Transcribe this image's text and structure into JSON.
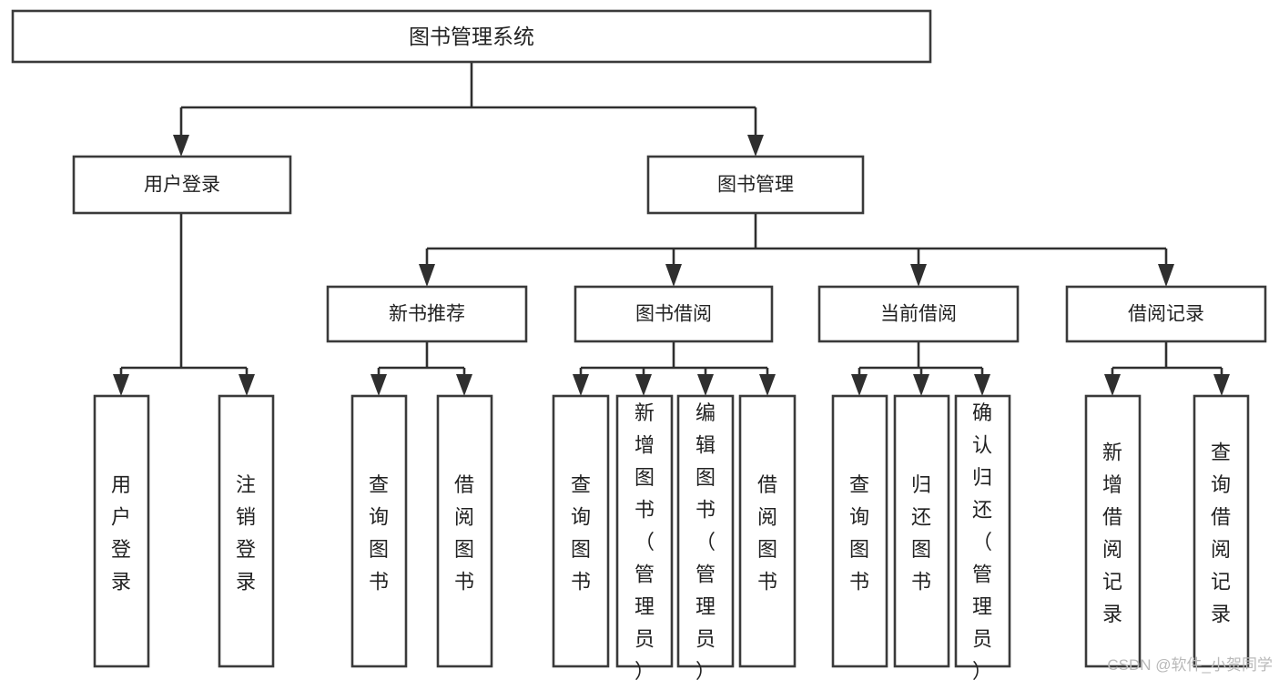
{
  "diagram": {
    "type": "tree",
    "title": "图书管理系统",
    "background_color": "#ffffff",
    "box_stroke_color": "#3a3a3a",
    "connector_color": "#2f2f2f",
    "text_color": "#222222",
    "root": {
      "id": "root",
      "label": "图书管理系统"
    },
    "level2": [
      {
        "id": "user-login",
        "label": "用户登录"
      },
      {
        "id": "book-manage",
        "label": "图书管理"
      }
    ],
    "level3": [
      {
        "id": "new-book-rec",
        "label": "新书推荐",
        "parent": "book-manage"
      },
      {
        "id": "book-borrow",
        "label": "图书借阅",
        "parent": "book-manage"
      },
      {
        "id": "current-borrow",
        "label": "当前借阅",
        "parent": "book-manage"
      },
      {
        "id": "borrow-record",
        "label": "借阅记录",
        "parent": "book-manage"
      }
    ],
    "leaves": [
      {
        "id": "leaf-user-login",
        "label": "用户登录",
        "parent": "user-login"
      },
      {
        "id": "leaf-logout",
        "label": "注销登录",
        "parent": "user-login"
      },
      {
        "id": "leaf-query-book-1",
        "label": "查询图书",
        "parent": "new-book-rec"
      },
      {
        "id": "leaf-borrow-book-1",
        "label": "借阅图书",
        "parent": "new-book-rec"
      },
      {
        "id": "leaf-query-book-2",
        "label": "查询图书",
        "parent": "book-borrow"
      },
      {
        "id": "leaf-add-book",
        "label": "新增图书（管理员）",
        "parent": "book-borrow"
      },
      {
        "id": "leaf-edit-book",
        "label": "编辑图书（管理员）",
        "parent": "book-borrow"
      },
      {
        "id": "leaf-borrow-book-2",
        "label": "借阅图书",
        "parent": "book-borrow"
      },
      {
        "id": "leaf-query-book-3",
        "label": "查询图书",
        "parent": "current-borrow"
      },
      {
        "id": "leaf-return-book",
        "label": "归还图书",
        "parent": "current-borrow"
      },
      {
        "id": "leaf-confirm-return",
        "label": "确认归还（管理员）",
        "parent": "current-borrow"
      },
      {
        "id": "leaf-add-record",
        "label": "新增借阅记录",
        "parent": "borrow-record"
      },
      {
        "id": "leaf-query-record",
        "label": "查询借阅记录",
        "parent": "borrow-record"
      }
    ]
  },
  "watermark": {
    "text": "CSDN @软件_小贺同学",
    "color": "#b9b9b9"
  }
}
